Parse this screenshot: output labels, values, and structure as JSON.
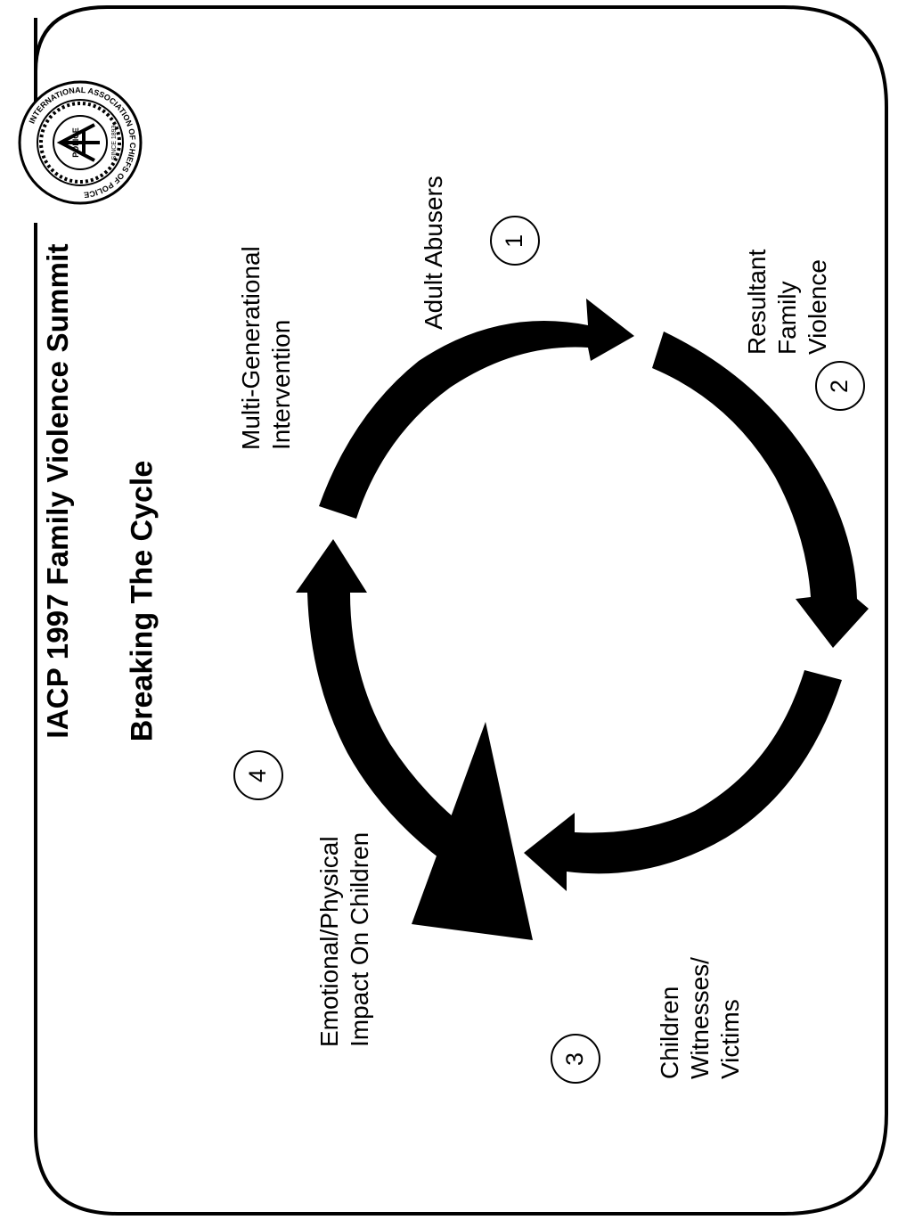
{
  "title": "IACP 1997 Family Violence Summit",
  "subtitle": "Breaking The Cycle",
  "seal": {
    "text": "INTERNATIONAL ASSOCIATION OF CHIEFS OF POLICE",
    "center_text": "POLICE",
    "since_text": "SINCE 1893"
  },
  "steps": [
    {
      "number": "1",
      "label": "Adult Abusers"
    },
    {
      "number": "2",
      "label": "Resultant\nFamily\nViolence"
    },
    {
      "number": "3",
      "label": "Children\nWitnesses/\nVictims"
    },
    {
      "number": "4",
      "label": "Emotional/Physical\nImpact On Children"
    }
  ],
  "intervention_label": "Multi-Generational\nIntervention",
  "colors": {
    "ink": "#000000",
    "paper": "#ffffff"
  }
}
